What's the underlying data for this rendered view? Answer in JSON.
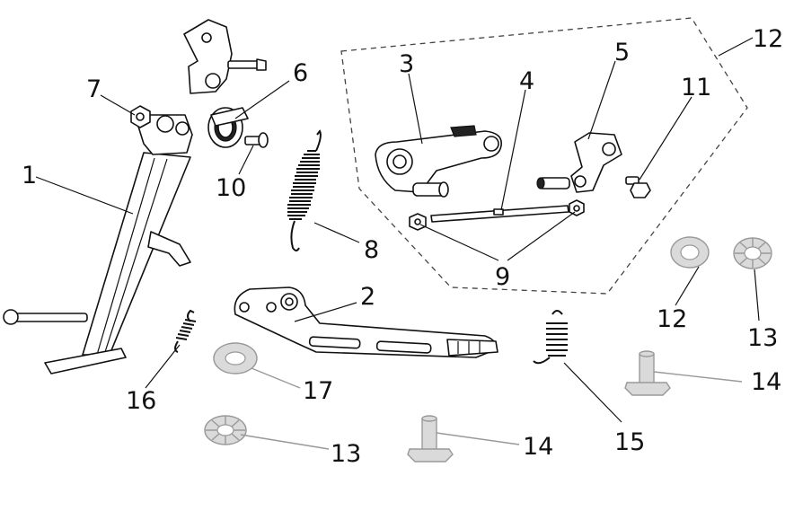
{
  "callouts": {
    "c1": "1",
    "c2": "2",
    "c3": "3",
    "c4": "4",
    "c5": "5",
    "c6": "6",
    "c7": "7",
    "c8": "8",
    "c9": "9",
    "c10": "10",
    "c11": "11",
    "c12_group": "12",
    "c12": "12",
    "c13_right": "13",
    "c13_bottom": "13",
    "c14_right": "14",
    "c14_bottom": "14",
    "c15": "15",
    "c16": "16",
    "c17": "17"
  }
}
